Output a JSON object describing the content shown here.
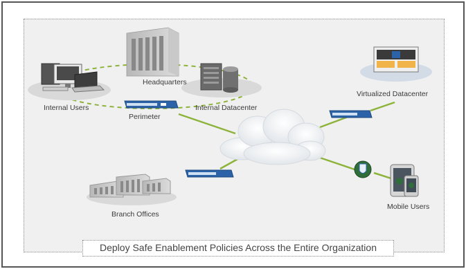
{
  "diagram": {
    "nodes": {
      "headquarters": "Headquarters",
      "internal_users": "Internal Users",
      "internal_datacenter": "Internal Datacenter",
      "perimeter": "Perimeter",
      "virtualized_datacenter": "Virtualized Datacenter",
      "mobile_users": "Mobile Users",
      "branch_offices": "Branch Offices"
    },
    "caption": "Deploy Safe Enablement Policies Across the Entire Organization"
  },
  "colors": {
    "link_green": "#8db33a",
    "firewall_blue": "#2c63a8",
    "panel_gray": "#f0f0f0",
    "ground_ellipse": "#d9d9d9"
  }
}
